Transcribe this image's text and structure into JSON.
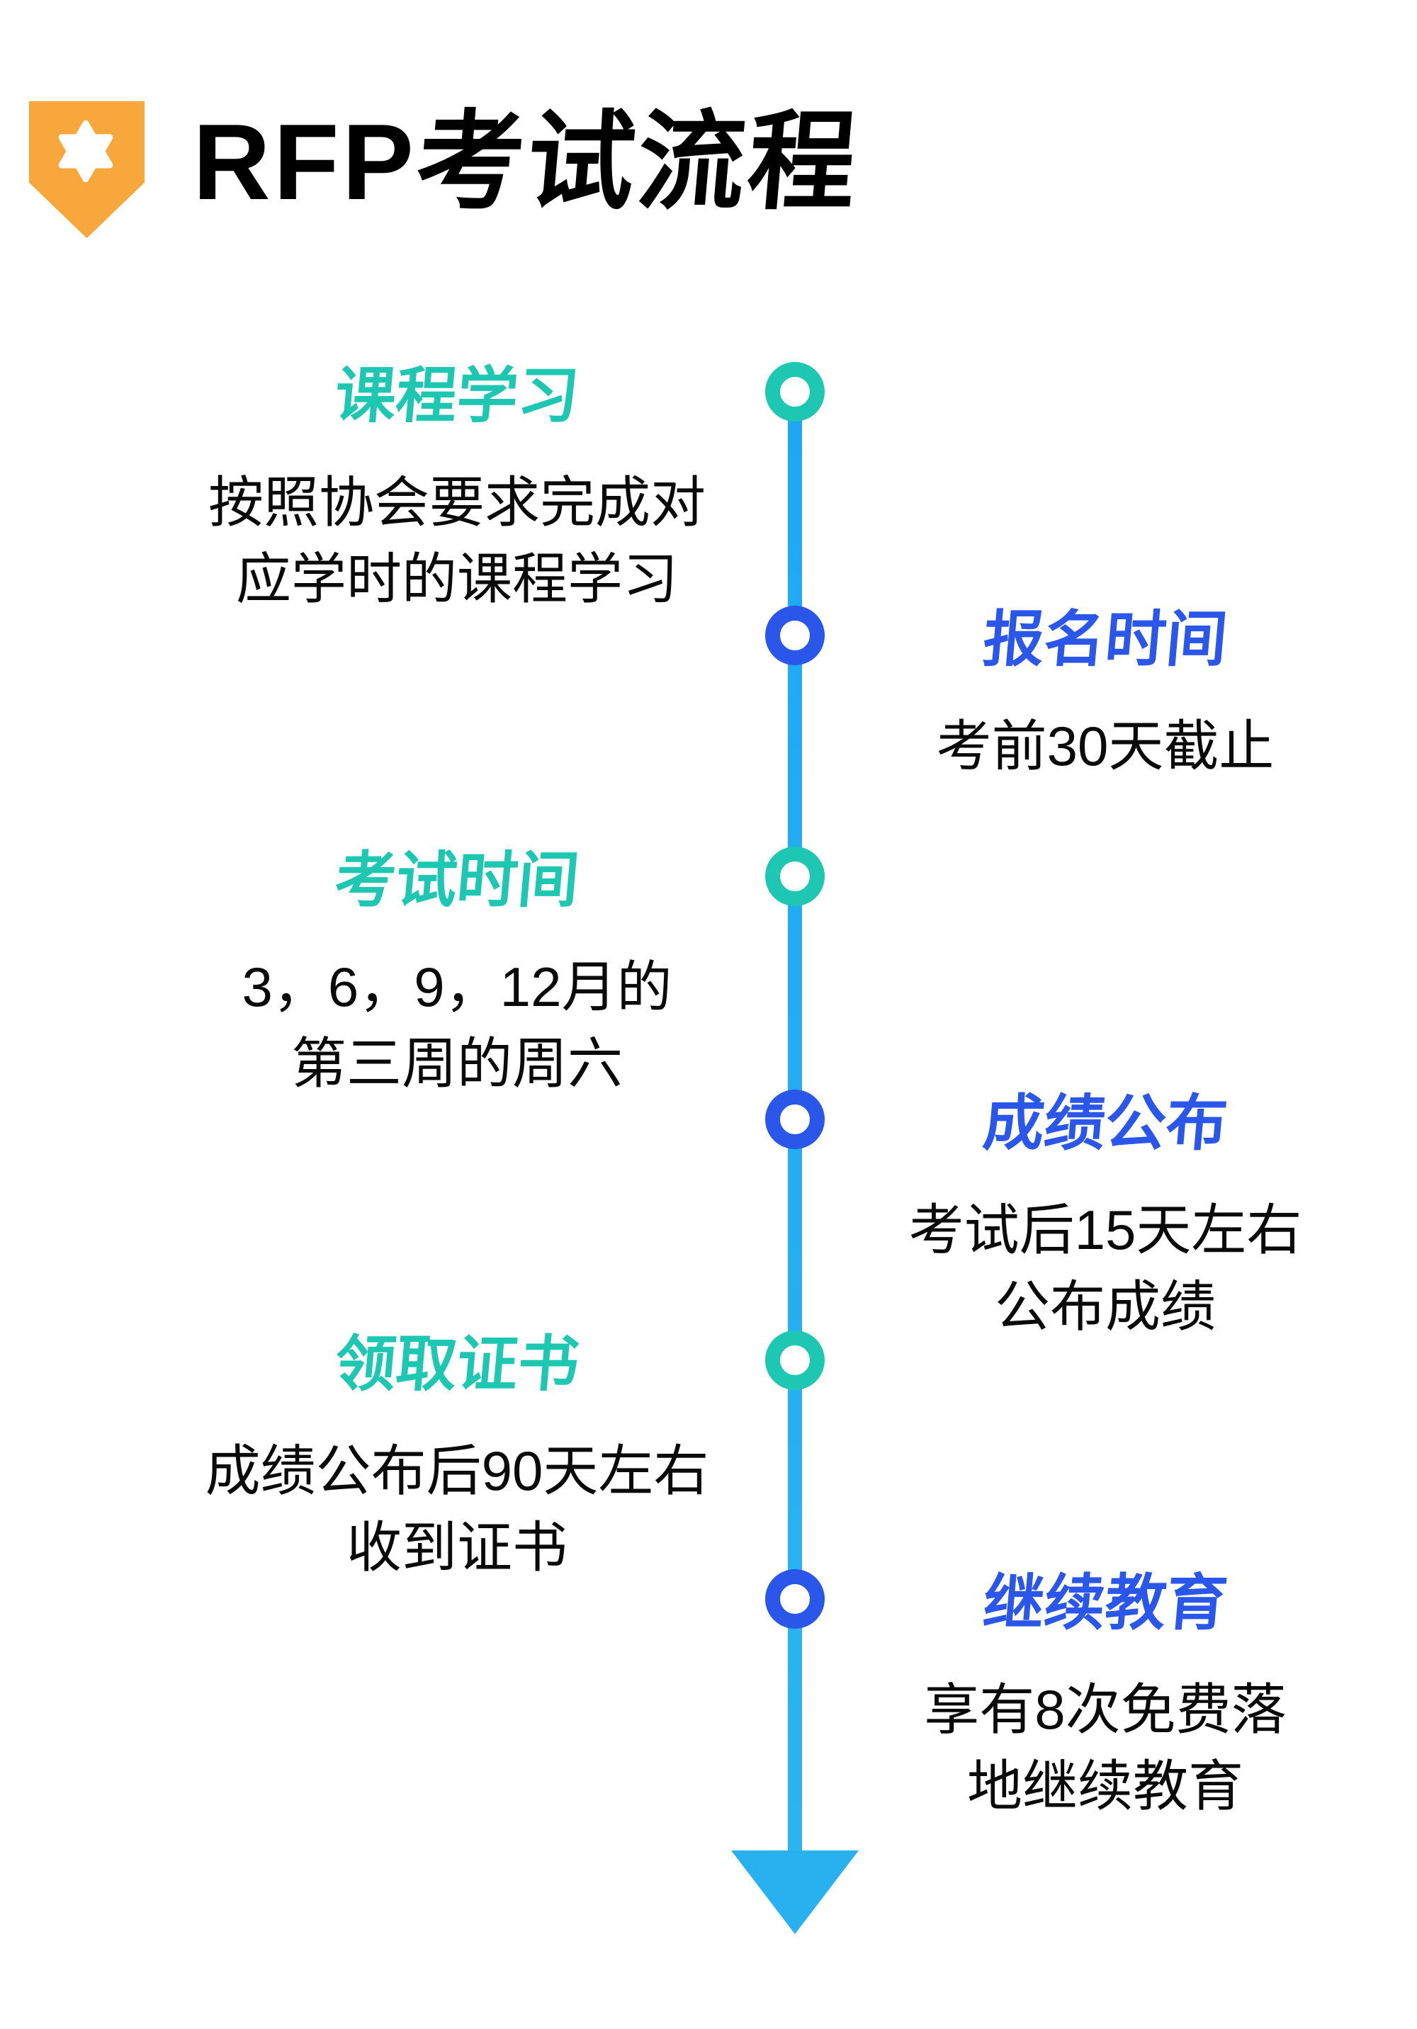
{
  "header": {
    "title": "RFP考试流程",
    "title_parts": {
      "latin": "RFP",
      "cjk": "考试流程"
    },
    "badge_icon": {
      "name": "banner-star-badge",
      "shape": "pentagon-pin",
      "star": "six-pointed-star"
    }
  },
  "colors": {
    "badge_orange": "#f7a73c",
    "accent_teal": "#1ec7b2",
    "accent_blue": "#2a56ea",
    "line_blue": "#25aef1",
    "arrow_blue": "#29b1ef",
    "text_black": "#0a0a0a",
    "background": "#ffffff"
  },
  "timeline": {
    "direction": "top-to-bottom",
    "end_marker": "down-arrow",
    "steps": [
      {
        "side": "left",
        "accent": "teal",
        "title": "课程学习",
        "lines": [
          "按照协会要求完成对",
          "应学时的课程学习"
        ]
      },
      {
        "side": "right",
        "accent": "blue",
        "title": "报名时间",
        "lines": [
          "考前30天截止"
        ]
      },
      {
        "side": "left",
        "accent": "teal",
        "title": "考试时间",
        "lines": [
          "3，6，9，12月的",
          "第三周的周六"
        ]
      },
      {
        "side": "right",
        "accent": "blue",
        "title": "成绩公布",
        "lines": [
          "考试后15天左右",
          "公布成绩"
        ]
      },
      {
        "side": "left",
        "accent": "teal",
        "title": "领取证书",
        "lines": [
          "成绩公布后90天左右",
          "收到证书"
        ]
      },
      {
        "side": "right",
        "accent": "blue",
        "title": "继续教育",
        "lines": [
          "享有8次免费落",
          "地继续教育"
        ]
      }
    ]
  }
}
